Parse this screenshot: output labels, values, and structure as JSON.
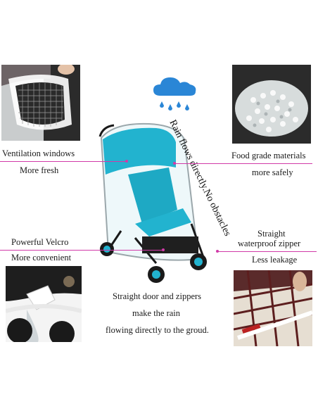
{
  "features": {
    "ventilation": {
      "title": "Ventilation windows",
      "subtitle": "More fresh"
    },
    "food_grade": {
      "title": "Food grade materials",
      "subtitle": "more safely"
    },
    "velcro": {
      "title": "Powerful Velcro",
      "subtitle": "More convenient"
    },
    "zipper": {
      "title_line1": "Straight",
      "title_line2": "waterproof zipper",
      "subtitle": "Less leakage"
    }
  },
  "rain_text": "Rain flows directly.No obstacles",
  "door_text": {
    "line1": "Straight door and zippers",
    "line2": "make the rain",
    "line3": "flowing directly to the groud."
  },
  "colors": {
    "leader": "#d13aa8",
    "cloud": "#2a86d6",
    "stroller_teal": "#22b3cf"
  }
}
